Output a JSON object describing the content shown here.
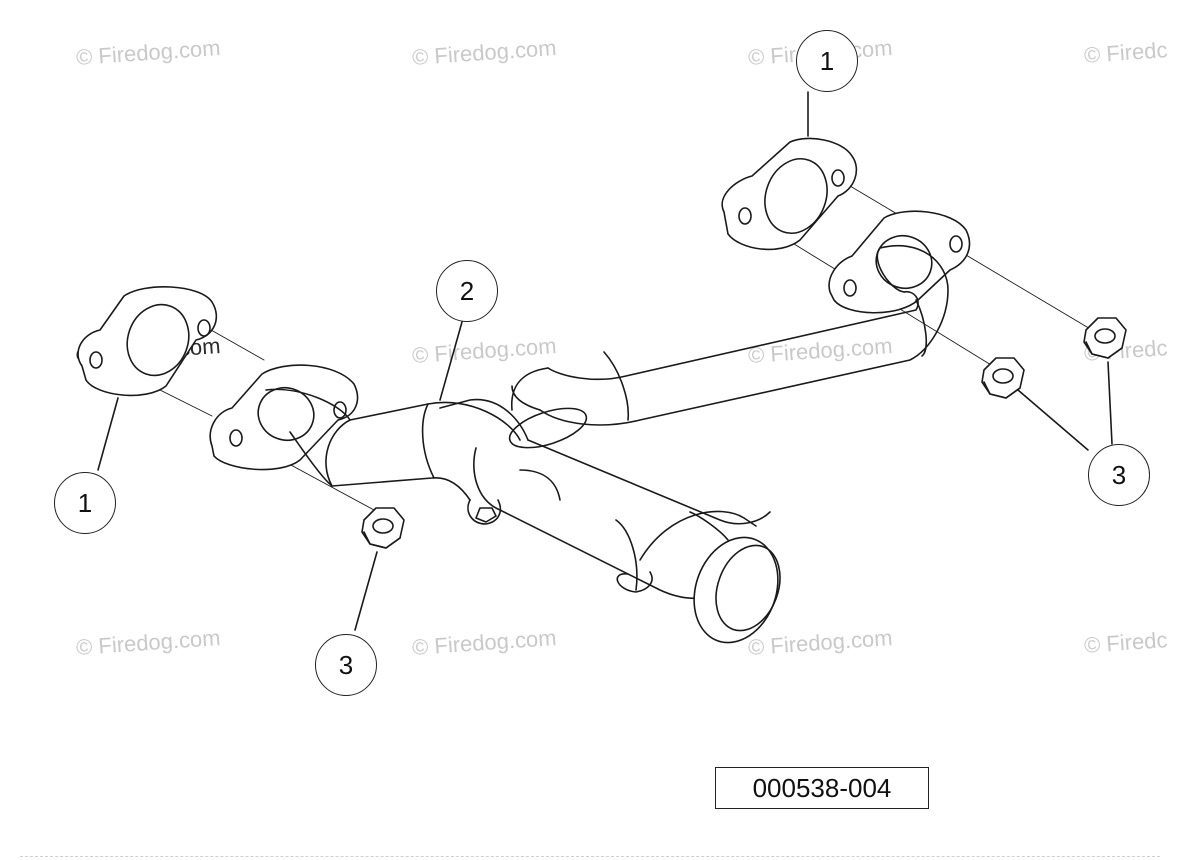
{
  "watermark": {
    "text": "© Firedog.com",
    "text_cut": "© Firedc",
    "color": "#c9c9c9"
  },
  "callouts": {
    "flange_gasket_right": "1",
    "flange_gasket_left": "1",
    "exhaust_pipe": "2",
    "nut_right": "3",
    "nut_left": "3"
  },
  "reference_number": "000538-004"
}
